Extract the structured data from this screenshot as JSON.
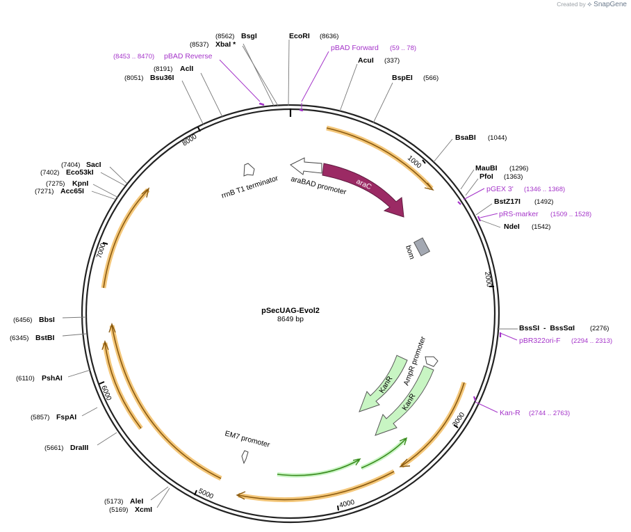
{
  "branding": {
    "created_by": "Created by",
    "brand_name": "SnapGene"
  },
  "plasmid": {
    "name": "pSecUAG-Evol2",
    "size_label": "8649 bp",
    "length": 8649
  },
  "ticks": [
    "1000",
    "2000",
    "3000",
    "4000",
    "5000",
    "6000",
    "7000",
    "8000"
  ],
  "sites": [
    {
      "name": "BsgI",
      "pos": "(8562)"
    },
    {
      "name": "XbaI *",
      "pos": "(8537)"
    },
    {
      "name": "EcoRI",
      "pos": "(8636)"
    },
    {
      "name": "AclI",
      "pos": "(8191)"
    },
    {
      "name": "Bsu36I",
      "pos": "(8051)"
    },
    {
      "name": "AcuI",
      "pos": "(337)"
    },
    {
      "name": "BspEI",
      "pos": "(566)"
    },
    {
      "name": "BsaBI",
      "pos": "(1044)"
    },
    {
      "name": "MauBI",
      "pos": "(1296)"
    },
    {
      "name": "PfoI",
      "pos": "(1363)"
    },
    {
      "name": "BstZ17I",
      "pos": "(1492)"
    },
    {
      "name": "NdeI",
      "pos": "(1542)"
    },
    {
      "name": "BssSI  -  BssSαI",
      "pos": "(2276)"
    },
    {
      "name": "SacI",
      "pos": "(7404)"
    },
    {
      "name": "Eco53kI",
      "pos": "(7402)"
    },
    {
      "name": "KpnI",
      "pos": "(7275)"
    },
    {
      "name": "Acc65I",
      "pos": "(7271)"
    },
    {
      "name": "BbsI",
      "pos": "(6456)"
    },
    {
      "name": "BstBI",
      "pos": "(6345)"
    },
    {
      "name": "PshAI",
      "pos": "(6110)"
    },
    {
      "name": "FspAI",
      "pos": "(5857)"
    },
    {
      "name": "DraIII",
      "pos": "(5661)"
    },
    {
      "name": "AleI",
      "pos": "(5173)"
    },
    {
      "name": "XcmI",
      "pos": "(5169)"
    }
  ],
  "primers": [
    {
      "name": "pBAD Reverse",
      "pos": "(8453 .. 8470)"
    },
    {
      "name": "pBAD Forward",
      "pos": "(59 .. 78)"
    },
    {
      "name": "pGEX 3'",
      "pos": "(1346 .. 1368)"
    },
    {
      "name": "pRS-marker",
      "pos": "(1509 .. 1528)"
    },
    {
      "name": "pBR322ori-F",
      "pos": "(2294 .. 2313)"
    },
    {
      "name": "Kan-R",
      "pos": "(2744 .. 2763)"
    }
  ],
  "features": [
    {
      "name": "araC",
      "color": "#9b2a64"
    },
    {
      "name": "araBAD promoter",
      "color": "#ffffff"
    },
    {
      "name": "rrnB T1 terminator",
      "color": "#ffffff"
    },
    {
      "name": "bom",
      "color": "#a3a8b2"
    },
    {
      "name": "AmpR promoter",
      "color": "#ffffff"
    },
    {
      "name": "KanR",
      "color": "#c8f5c3"
    },
    {
      "name": "KanR",
      "color": "#c8f5c3"
    },
    {
      "name": "EM7 promoter",
      "color": "#ffffff"
    }
  ],
  "colors": {
    "orf_fill": "#f4c77a",
    "orf_stroke": "#8a5a10",
    "green_orf": "#3a8a1e",
    "primer": "#a433c9",
    "backbone": "#222222"
  }
}
